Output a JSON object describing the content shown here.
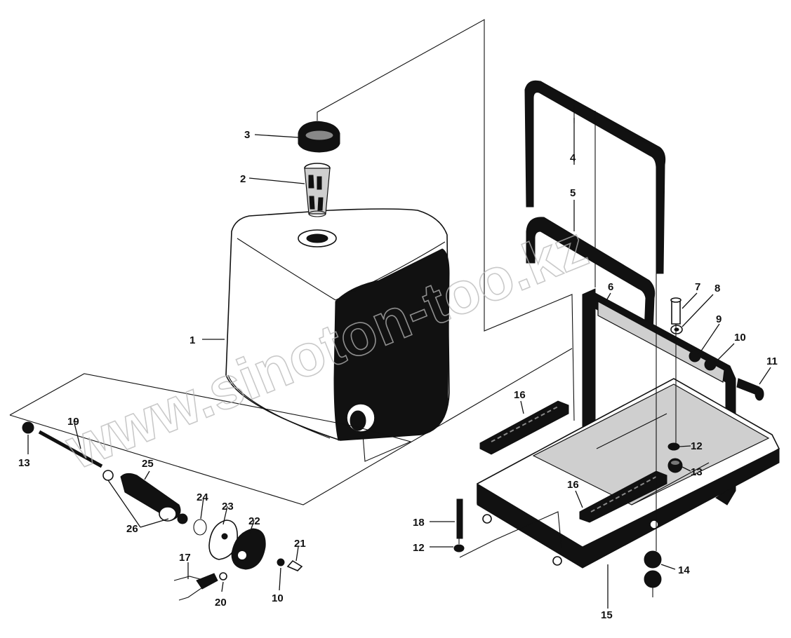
{
  "watermark": "www.sinoton-too.kz",
  "callouts": {
    "n1": "1",
    "n2": "2",
    "n3": "3",
    "n4": "4",
    "n5": "5",
    "n6": "6",
    "n7": "7",
    "n8": "8",
    "n9": "9",
    "n10a": "10",
    "n10b": "10",
    "n11": "11",
    "n12a": "12",
    "n12b": "12",
    "n13a": "13",
    "n13b": "13",
    "n14": "14",
    "n15": "15",
    "n16a": "16",
    "n16b": "16",
    "n17": "17",
    "n18": "18",
    "n19": "19",
    "n20": "20",
    "n21": "21",
    "n22": "22",
    "n23": "23",
    "n24": "24",
    "n25": "25",
    "n26": "26"
  }
}
